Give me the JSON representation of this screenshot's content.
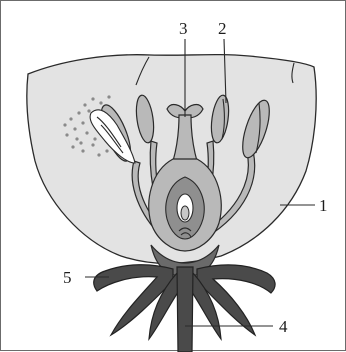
{
  "labels": {
    "petal": "1",
    "stamen": "2",
    "pistil": "3",
    "pedicel": "4",
    "sepal": "5"
  },
  "colors": {
    "petal_fill": "#e3e3e3",
    "stamen_fill": "#b9b9b9",
    "ovary_fill": "#9a9a9a",
    "sepal_fill": "#5a5a5a",
    "outline": "#2a2a2a"
  }
}
